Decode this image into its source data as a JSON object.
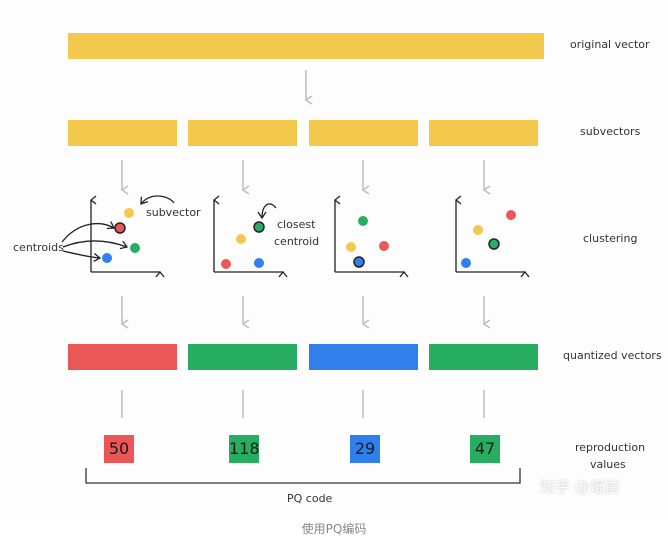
{
  "labels": {
    "original_vector": "original vector",
    "subvectors": "subvectors",
    "clustering": "clustering",
    "quantized_vectors": "quantized vectors",
    "reproduction_values_line1": "reproduction",
    "reproduction_values_line2": "values",
    "pq_code": "PQ code"
  },
  "annotations": {
    "subvector": "subvector",
    "centroids": "centroids",
    "closest_line1": "closest",
    "closest_line2": "centroid"
  },
  "codes": [
    "50",
    "118",
    "29",
    "47"
  ],
  "caption": "使用PQ编码",
  "watermark": "知乎 @焜前",
  "colors": {
    "yellow": "#f2c94c",
    "red": "#eb5757",
    "green": "#27ae60",
    "blue": "#2f80ed",
    "arrow": "#bdbdbd",
    "axis": "#222222"
  }
}
